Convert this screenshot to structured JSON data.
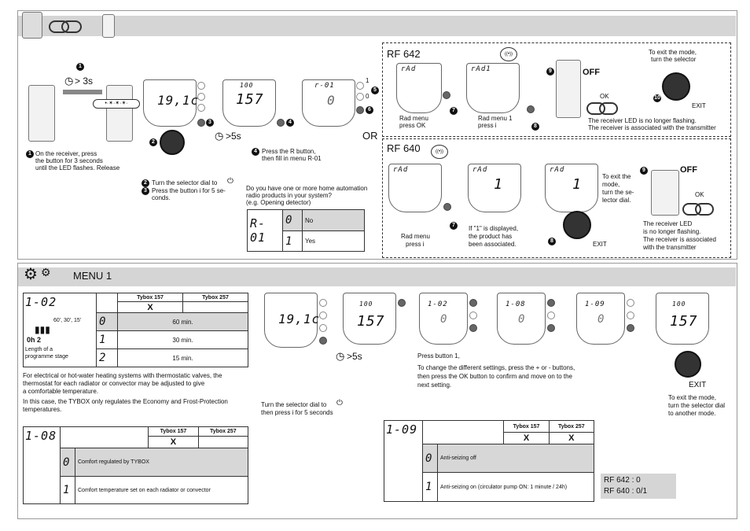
{
  "top_section": {
    "step1_time": "> 3s",
    "step1_text": [
      "On the receiver, press",
      "the button for 3 seconds",
      "until the LED flashes. Release"
    ],
    "lcd1_text": "19,1c",
    "step2_text": "Turn the selector dial to",
    "step3_text": [
      "Press the button i for 5 se-",
      "conds."
    ],
    "time5s": ">5s",
    "lcd2_top": "100",
    "lcd2_main": "157",
    "lcd3_top": "r-01",
    "lcd3_main": "0",
    "updown": [
      "1",
      "0"
    ],
    "step4_text": [
      "Press the R button,",
      "then fill in menu R-01"
    ],
    "or": "OR",
    "question": [
      "Do you have one or more home automation",
      "radio products in your system?",
      "(e.g. Opening detector)"
    ],
    "r01_code": "R-01",
    "r01_rows": [
      {
        "digit": "0",
        "label": "No"
      },
      {
        "digit": "1",
        "label": "Yes"
      }
    ]
  },
  "rf642": {
    "title": "RF 642",
    "lcd_a": "rAd",
    "cap_a": [
      "Rad menu",
      "press OK"
    ],
    "lcd_b": "rAd1",
    "cap_b": [
      "Rad menu 1",
      "press i"
    ],
    "off": "OFF",
    "ok": "OK",
    "led_text": [
      "The receiver LED is no longer flashing.",
      "The receiver is associated with the transmitter"
    ],
    "exit_mode": [
      "To exit the mode,",
      "turn the selector"
    ],
    "exit": "EXIT"
  },
  "rf640": {
    "title": "RF 640",
    "lcd_a": "rAd",
    "cap_a": [
      "Rad menu",
      "press i"
    ],
    "lcd_b": "rAd",
    "lcd_b_main": "1",
    "cap_b": [
      "If \"1\" is displayed,",
      "the product has",
      "been associated."
    ],
    "lcd_c": "rAd",
    "lcd_c_main": "1",
    "exit": "EXIT",
    "exit_mode": [
      "To exit the",
      "mode,",
      "turn the se-",
      "lector dial."
    ],
    "off": "OFF",
    "ok": "OK",
    "led_text": [
      "The receiver LED",
      "is no longer flashing.",
      "The receiver is associated",
      "with the transmitter"
    ]
  },
  "menu1": {
    "title": "MENU 1",
    "t102": {
      "code": "1-02",
      "cols": [
        "Tybox 157",
        "Tybox 257"
      ],
      "x_mark": "X",
      "times_label": "60', 30', 15'",
      "stage_caption": [
        "Length of a",
        "programme stage"
      ],
      "rows": [
        {
          "digit": "0",
          "label": "60 min."
        },
        {
          "digit": "1",
          "label": "30 min."
        },
        {
          "digit": "2",
          "label": "15 min."
        }
      ]
    },
    "para": [
      "For electrical or hot-water heating systems with thermostatic valves, the",
      "thermostat for each radiator or convector may be adjusted to give",
      "a comfortable temperature.",
      "In this case, the TYBOX only regulates the Economy and Frost-Protection",
      "temperatures."
    ],
    "t108": {
      "code": "1-08",
      "cols": [
        "Tybox 157",
        "Tybox 257"
      ],
      "x_mark": "X",
      "rows": [
        {
          "digit": "0",
          "label": "Comfort regulated by TYBOX"
        },
        {
          "digit": "1",
          "label": "Comfort temperature set on each radiator or convector"
        }
      ]
    },
    "lcd_main": "19,1c",
    "time5s": ">5s",
    "turn_text": [
      "Turn the selector dial to",
      "then press i for 5 seconds"
    ],
    "screens": [
      "100",
      "1-02",
      "1-08",
      "1-09",
      "100"
    ],
    "screen_mains": [
      "157",
      "0",
      "0",
      "0",
      "157"
    ],
    "press_text": [
      "Press button  1,",
      "To change the different settings, press the + or - buttons,",
      "then press the OK button to confirm and move on to the",
      "next setting."
    ],
    "exit": "EXIT",
    "exit_text": [
      "To exit the mode,",
      "turn the selector dial",
      "to another mode."
    ],
    "t109": {
      "code": "1-09",
      "cols": [
        "Tybox 157",
        "Tybox 257"
      ],
      "x_marks": [
        "X",
        "X"
      ],
      "rows": [
        {
          "digit": "0",
          "label": "Anti-seizing off"
        },
        {
          "digit": "1",
          "label": "Anti-seizing on (circulator pump ON: 1 minute / 24h)"
        }
      ]
    },
    "rf_box": [
      "RF 642 : 0",
      "RF 640 : 0/1"
    ]
  }
}
